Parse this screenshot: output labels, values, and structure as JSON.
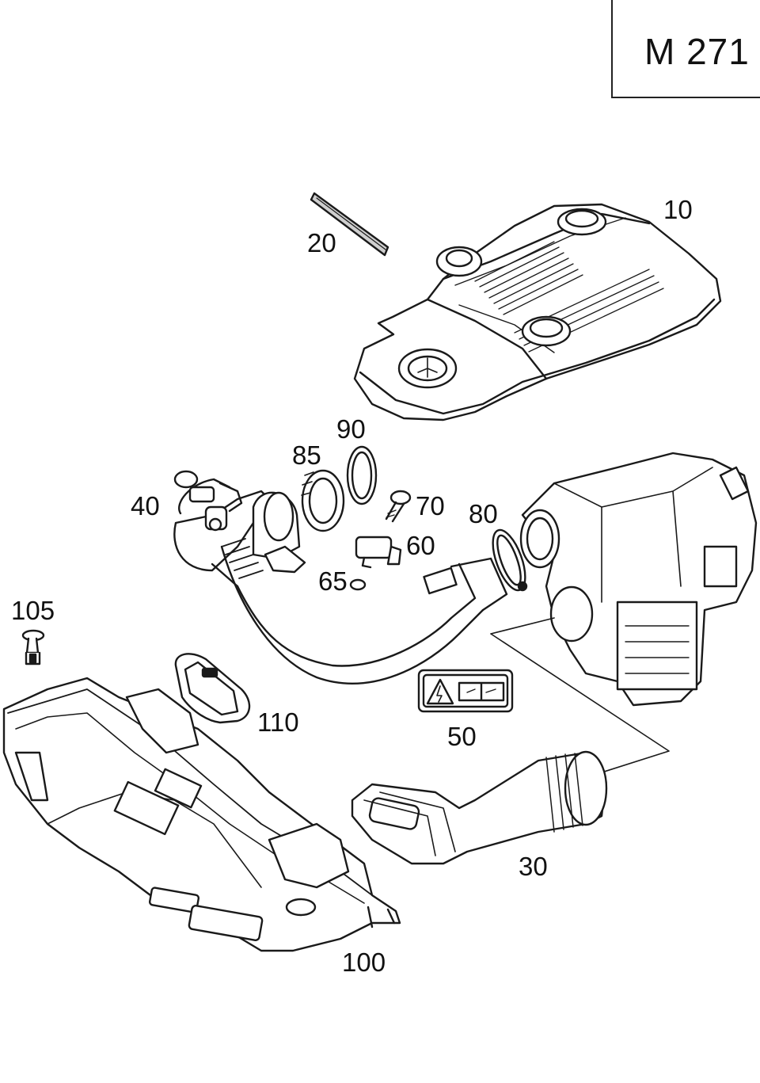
{
  "title": "M 271",
  "callouts": {
    "c10": "10",
    "c20": "20",
    "c30": "30",
    "c40": "40",
    "c50": "50",
    "c60": "60",
    "c65": "65",
    "c70": "70",
    "c80": "80",
    "c85": "85",
    "c90": "90",
    "c100": "100",
    "c105": "105",
    "c110": "110"
  },
  "colors": {
    "line": "#1a1a1a",
    "fill": "#ffffff",
    "shade": "#cfcfcf"
  }
}
